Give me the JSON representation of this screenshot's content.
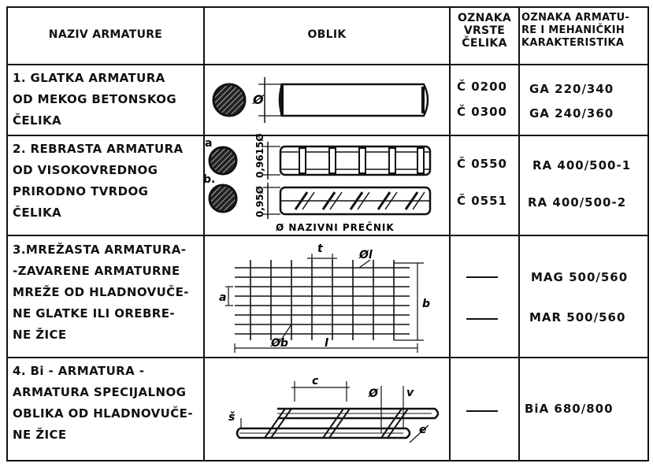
{
  "header": {
    "col1": "NAZIV ARMATURE",
    "col2": "OBLIK",
    "col3": [
      "OZNAKA",
      "VRSTE",
      "ČELIKA"
    ],
    "col4": [
      "OZNAKA ARMATU-",
      "RE I MEHANIČKIH",
      "KARAKTERISTIKA"
    ]
  },
  "rows": [
    {
      "name": [
        "1. GLATKA ARMATURA",
        "OD MEKOG BETONSKOG",
        "ČELIKA"
      ],
      "steel": [
        "Č 0200",
        "Č 0300"
      ],
      "marks": [
        "GA 220/340",
        "GA 240/360"
      ]
    },
    {
      "name": [
        "2. REBRASTA ARMATURA",
        "OD VISOKOVREDNOG",
        "PRIRODNO TVRDOG",
        "ČELIKA"
      ],
      "steel": [
        "Č 0550",
        "Č 0551"
      ],
      "marks": [
        "RA 400/500-1",
        "RA 400/500-2"
      ]
    },
    {
      "name": [
        "3.MREŽASTA ARMATURA-",
        "-ZAVARENE ARMATURNE",
        "MREŽE OD HLADNOVUČE-",
        "NE GLATKE ILI OREBRE-",
        "NE ŽICE"
      ],
      "steel": [
        "—",
        "—"
      ],
      "marks": [
        "MAG 500/560",
        "MAR 500/560"
      ]
    },
    {
      "name": [
        "4. Bi - ARMATURA -",
        "ARMATURA SPECIJALNOG",
        "OBLIKA OD HLADNOVUČE-",
        "NE ŽICE"
      ],
      "steel": [
        "—"
      ],
      "marks": [
        "BiA 680/800"
      ]
    }
  ],
  "drawings": {
    "row1_label": "Ø",
    "row2_label_a": "a",
    "row2_label_b": "b.",
    "row2_dim_a": "0,9615Ø",
    "row2_dim_b": "0,95Ø",
    "row2_caption": "Ø NAZIVNI PREČNIK",
    "row3_t": "t",
    "row3_phil": "Øl",
    "row3_a": "a",
    "row3_b": "b",
    "row3_phib": "Øb",
    "row3_l": "l",
    "row4_c": "c",
    "row4_phi": "Ø",
    "row4_v": "v",
    "row4_s": "š",
    "row4_e": "e"
  }
}
